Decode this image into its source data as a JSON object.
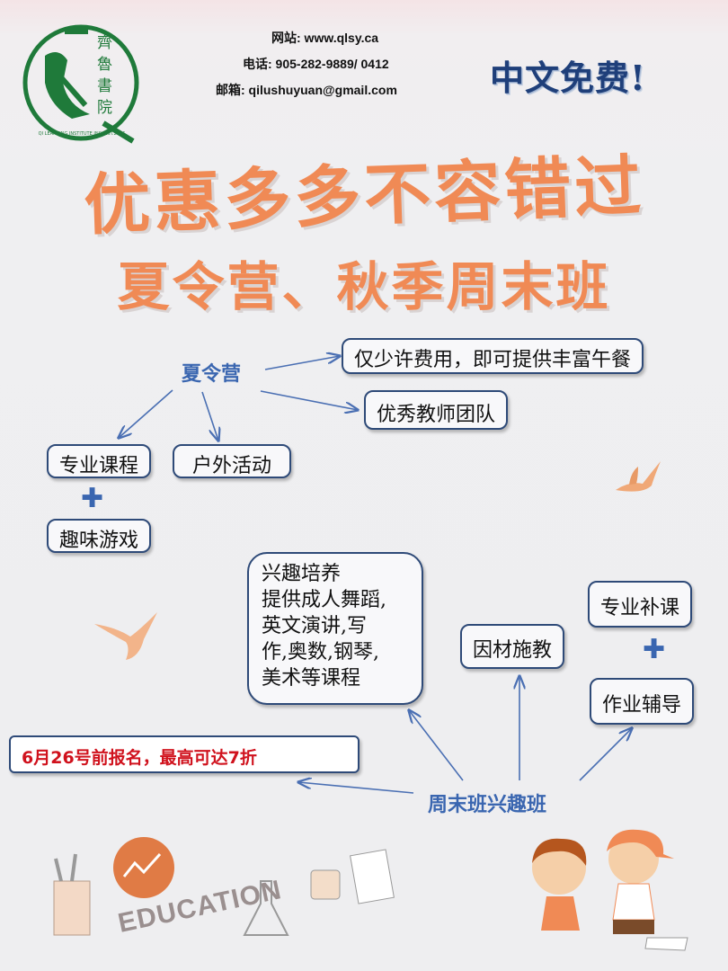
{
  "logo": {
    "chinese_name": "齊魯書院",
    "ring_text": "QI LEARNING INSTITUTE INC.  EST.2006"
  },
  "contact": {
    "website": "网站: www.qlsy.ca",
    "phone": "电话: 905-282-9889/ 0412",
    "email": "邮箱: qilushuyuan@gmail.com"
  },
  "free_badge": "中文免费!",
  "headline": {
    "line1": "优惠多多不容错过",
    "line2": "夏令营、秋季周末班"
  },
  "summer_camp": {
    "hub_label": "夏令营",
    "items": {
      "lunch": "仅少许费用，即可提供丰富午餐",
      "teachers": "优秀教师团队",
      "courses": "专业课程",
      "outdoor": "户外活动",
      "games": "趣味游戏"
    }
  },
  "weekend_class": {
    "hub_label": "周末班兴趣班",
    "interest_box": [
      "兴趣培养",
      "提供成人舞蹈,",
      "英文演讲,写",
      "作,奥数,钢琴,",
      "美术等课程"
    ],
    "individual": "因材施教",
    "tutoring": "专业补课",
    "homework": "作业辅导"
  },
  "promo": "6月26号前报名，最高可达7折",
  "plus_symbol": "✚",
  "education_word": "EDUCATION",
  "colors": {
    "headline_orange": "#f08a55",
    "hub_blue": "#3a66b0",
    "box_border": "#2e4a78",
    "promo_red": "#d0121d",
    "logo_green": "#1f7a3a"
  }
}
